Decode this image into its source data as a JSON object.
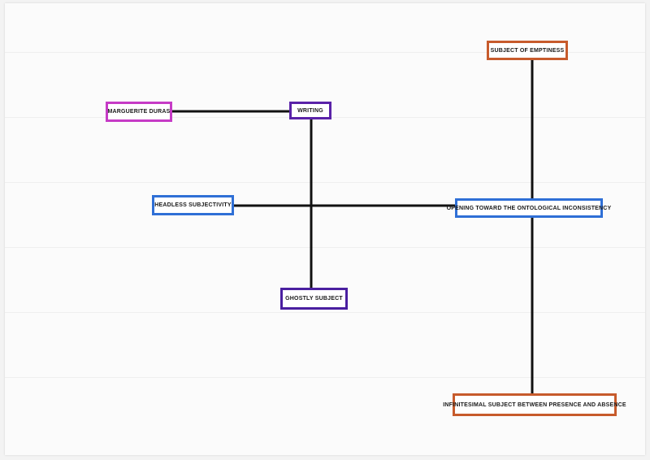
{
  "colors": {
    "line": "#111111",
    "magenta": "#c63bc6",
    "purple": "#5a22a8",
    "blue": "#2f6fd6",
    "orange": "#c75b2c"
  },
  "nodes": {
    "marguerite_duras": "MARGUERITE DURAS",
    "writing": "WRITING",
    "headless_subjectivity": "HEADLESS SUBJECTIVITY",
    "ghostly_subject": "GHOSTLY SUBJECT",
    "subject_of_emptiness": "SUBJECT OF EMPTINESS",
    "opening_toward": "OPENING TOWARD THE ONTOLOGICAL INCONSISTENCY",
    "infinitesimal_subject": "INFINITESIMAL SUBJECT BETWEEN PRESENCE AND ABSENCE"
  }
}
